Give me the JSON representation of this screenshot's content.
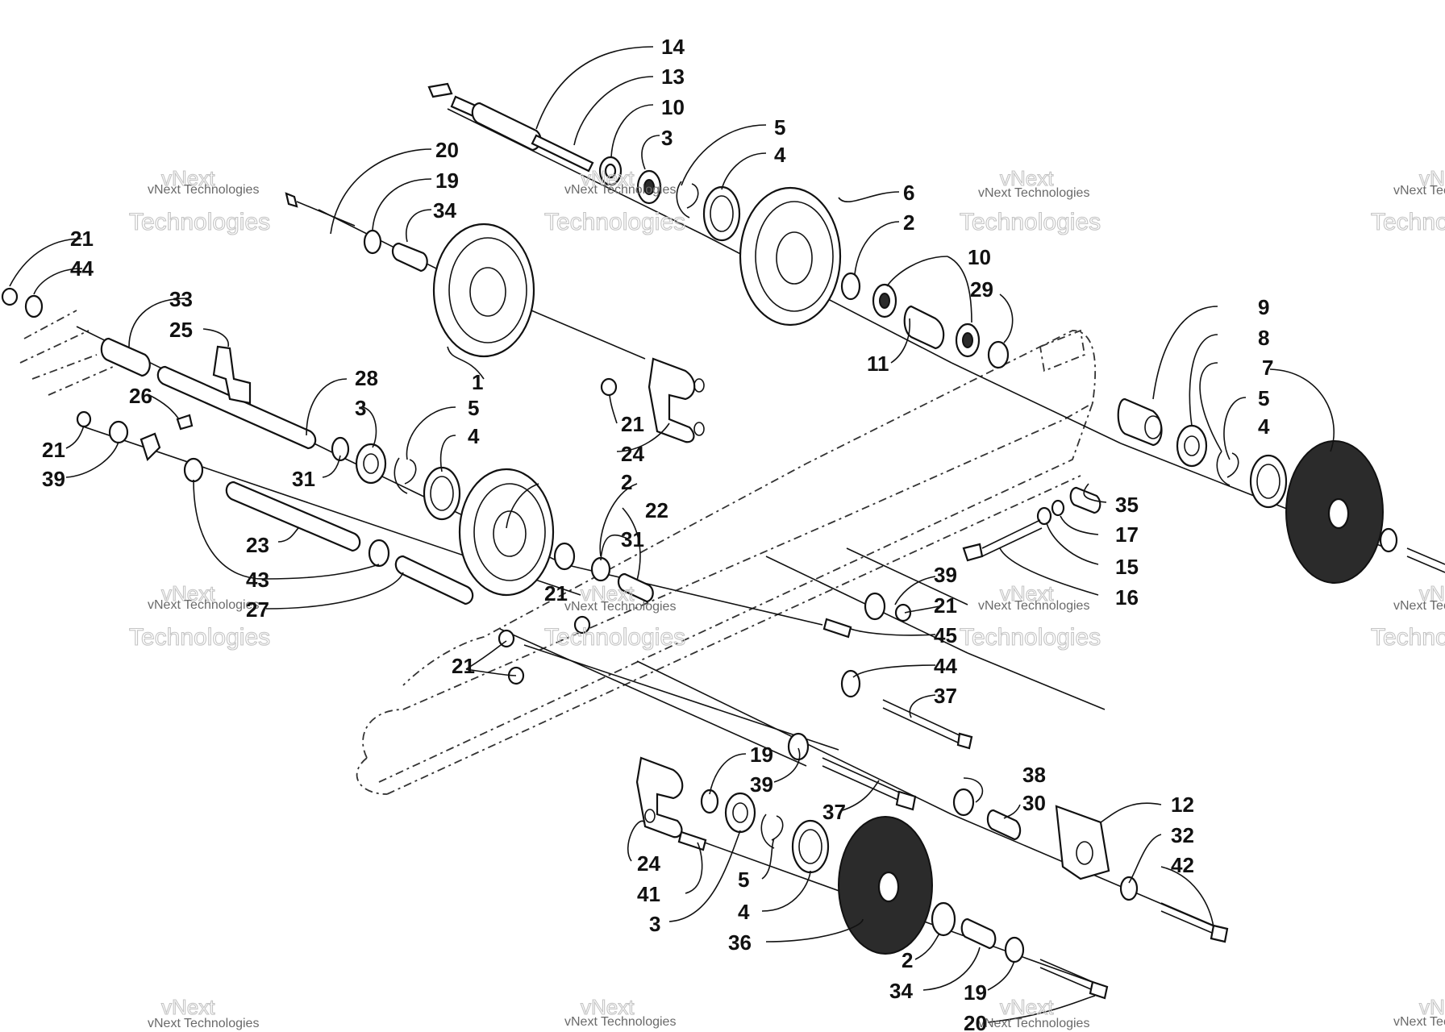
{
  "watermark": {
    "line_top": "vNext",
    "line_mid": "vNext Technologies",
    "line_bottom": "Technologies"
  },
  "labels": {
    "n1": "1",
    "n2": "2",
    "n3": "3",
    "n4": "4",
    "n5": "5",
    "n6": "6",
    "n7": "7",
    "n8": "8",
    "n9": "9",
    "n10": "10",
    "n11": "11",
    "n12": "12",
    "n13": "13",
    "n14": "14",
    "n15": "15",
    "n16": "16",
    "n17": "17",
    "n19": "19",
    "n20": "20",
    "n21": "21",
    "n22": "22",
    "n23": "23",
    "n24": "24",
    "n25": "25",
    "n26": "26",
    "n27": "27",
    "n28": "28",
    "n29": "29",
    "n30": "30",
    "n31": "31",
    "n32": "32",
    "n33": "33",
    "n34": "34",
    "n35": "35",
    "n36": "36",
    "n37": "37",
    "n38": "38",
    "n39": "39",
    "n41": "41",
    "n42": "42",
    "n43": "43",
    "n44": "44",
    "n45": "45"
  },
  "colors": {
    "line": "#111111",
    "watermark": "#c4c4c4",
    "wheel_fill": "#2b2b2b"
  }
}
